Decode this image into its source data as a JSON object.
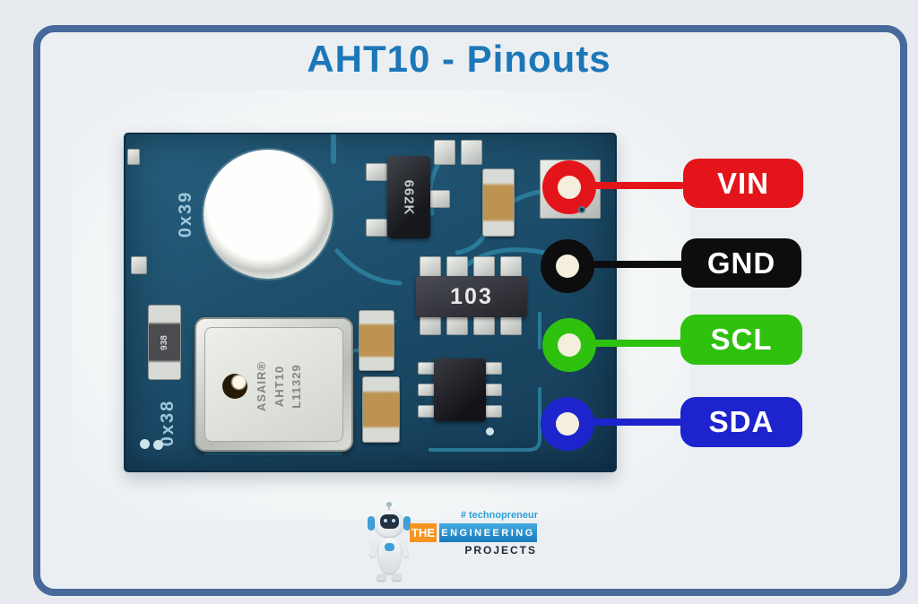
{
  "title": "AHT10 - Pinouts",
  "pins": [
    {
      "label": "VIN",
      "color": "#e3151b"
    },
    {
      "label": "GND",
      "color": "#0d0d0d"
    },
    {
      "label": "SCL",
      "color": "#2ec10e"
    },
    {
      "label": "SDA",
      "color": "#1d24cd"
    }
  ],
  "pcb": {
    "silkscreen_top": "0x39",
    "silkscreen_bottom": "0x38",
    "transistor_label": "662K",
    "resistor_network_label": "103",
    "resistor_label": "938",
    "sensor_line1": "ASAIR®",
    "sensor_line2": "AHT10",
    "sensor_line3": "L11329"
  },
  "logo": {
    "tagline": "# technopreneur",
    "word_the": "THE",
    "word_engineering": "ENGINEERING",
    "word_projects": "PROJECTS"
  },
  "colors": {
    "frame_border": "#47699b",
    "title": "#1c77b8",
    "pcb_base": "#1d4e6b",
    "logo_orange": "#f7941d",
    "logo_blue": "#2196d6"
  }
}
